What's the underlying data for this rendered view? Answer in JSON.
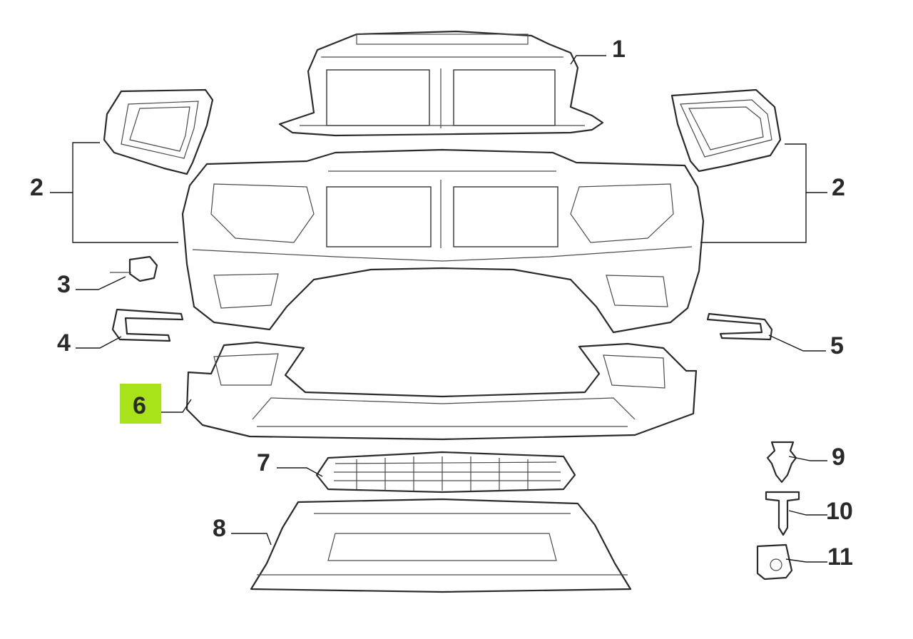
{
  "highlight_color": "#a8e31a",
  "callouts": [
    {
      "id": "1",
      "label": "1"
    },
    {
      "id": "2L",
      "label": "2"
    },
    {
      "id": "2R",
      "label": "2"
    },
    {
      "id": "3",
      "label": "3"
    },
    {
      "id": "4",
      "label": "4"
    },
    {
      "id": "5",
      "label": "5"
    },
    {
      "id": "6",
      "label": "6",
      "highlighted": true
    },
    {
      "id": "7",
      "label": "7"
    },
    {
      "id": "8",
      "label": "8"
    },
    {
      "id": "9",
      "label": "9"
    },
    {
      "id": "10",
      "label": "10"
    },
    {
      "id": "11",
      "label": "11"
    }
  ]
}
